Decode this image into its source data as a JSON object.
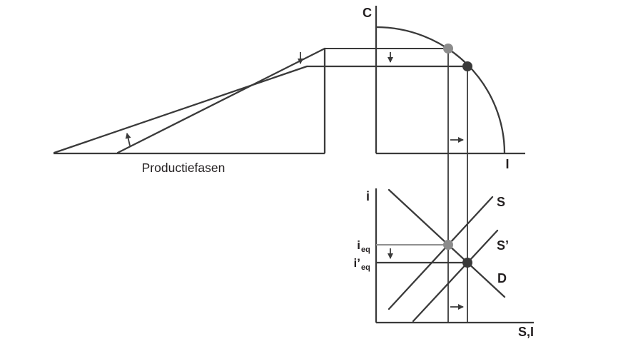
{
  "figure": {
    "background": "#ffffff",
    "colors": {
      "line_dark": "#3a3a3a",
      "line_gray": "#8f8f8f",
      "dot_old": "#8c8c8c",
      "dot_new": "#3a3a3a",
      "text": "#231f20"
    },
    "production_panel": {
      "caption": "Productiefasen"
    },
    "ppf_panel": {
      "y_axis_label": "C",
      "x_axis_label": "I"
    },
    "market_panel": {
      "y_axis_label": "i",
      "x_axis_label": "S,I",
      "supply_label": "S",
      "supply_shifted_label": "S’",
      "demand_label": "D",
      "eq_rate": {
        "main": "i",
        "sub": "eq"
      },
      "new_eq_rate": {
        "main": "i’",
        "sub": "eq"
      }
    }
  }
}
